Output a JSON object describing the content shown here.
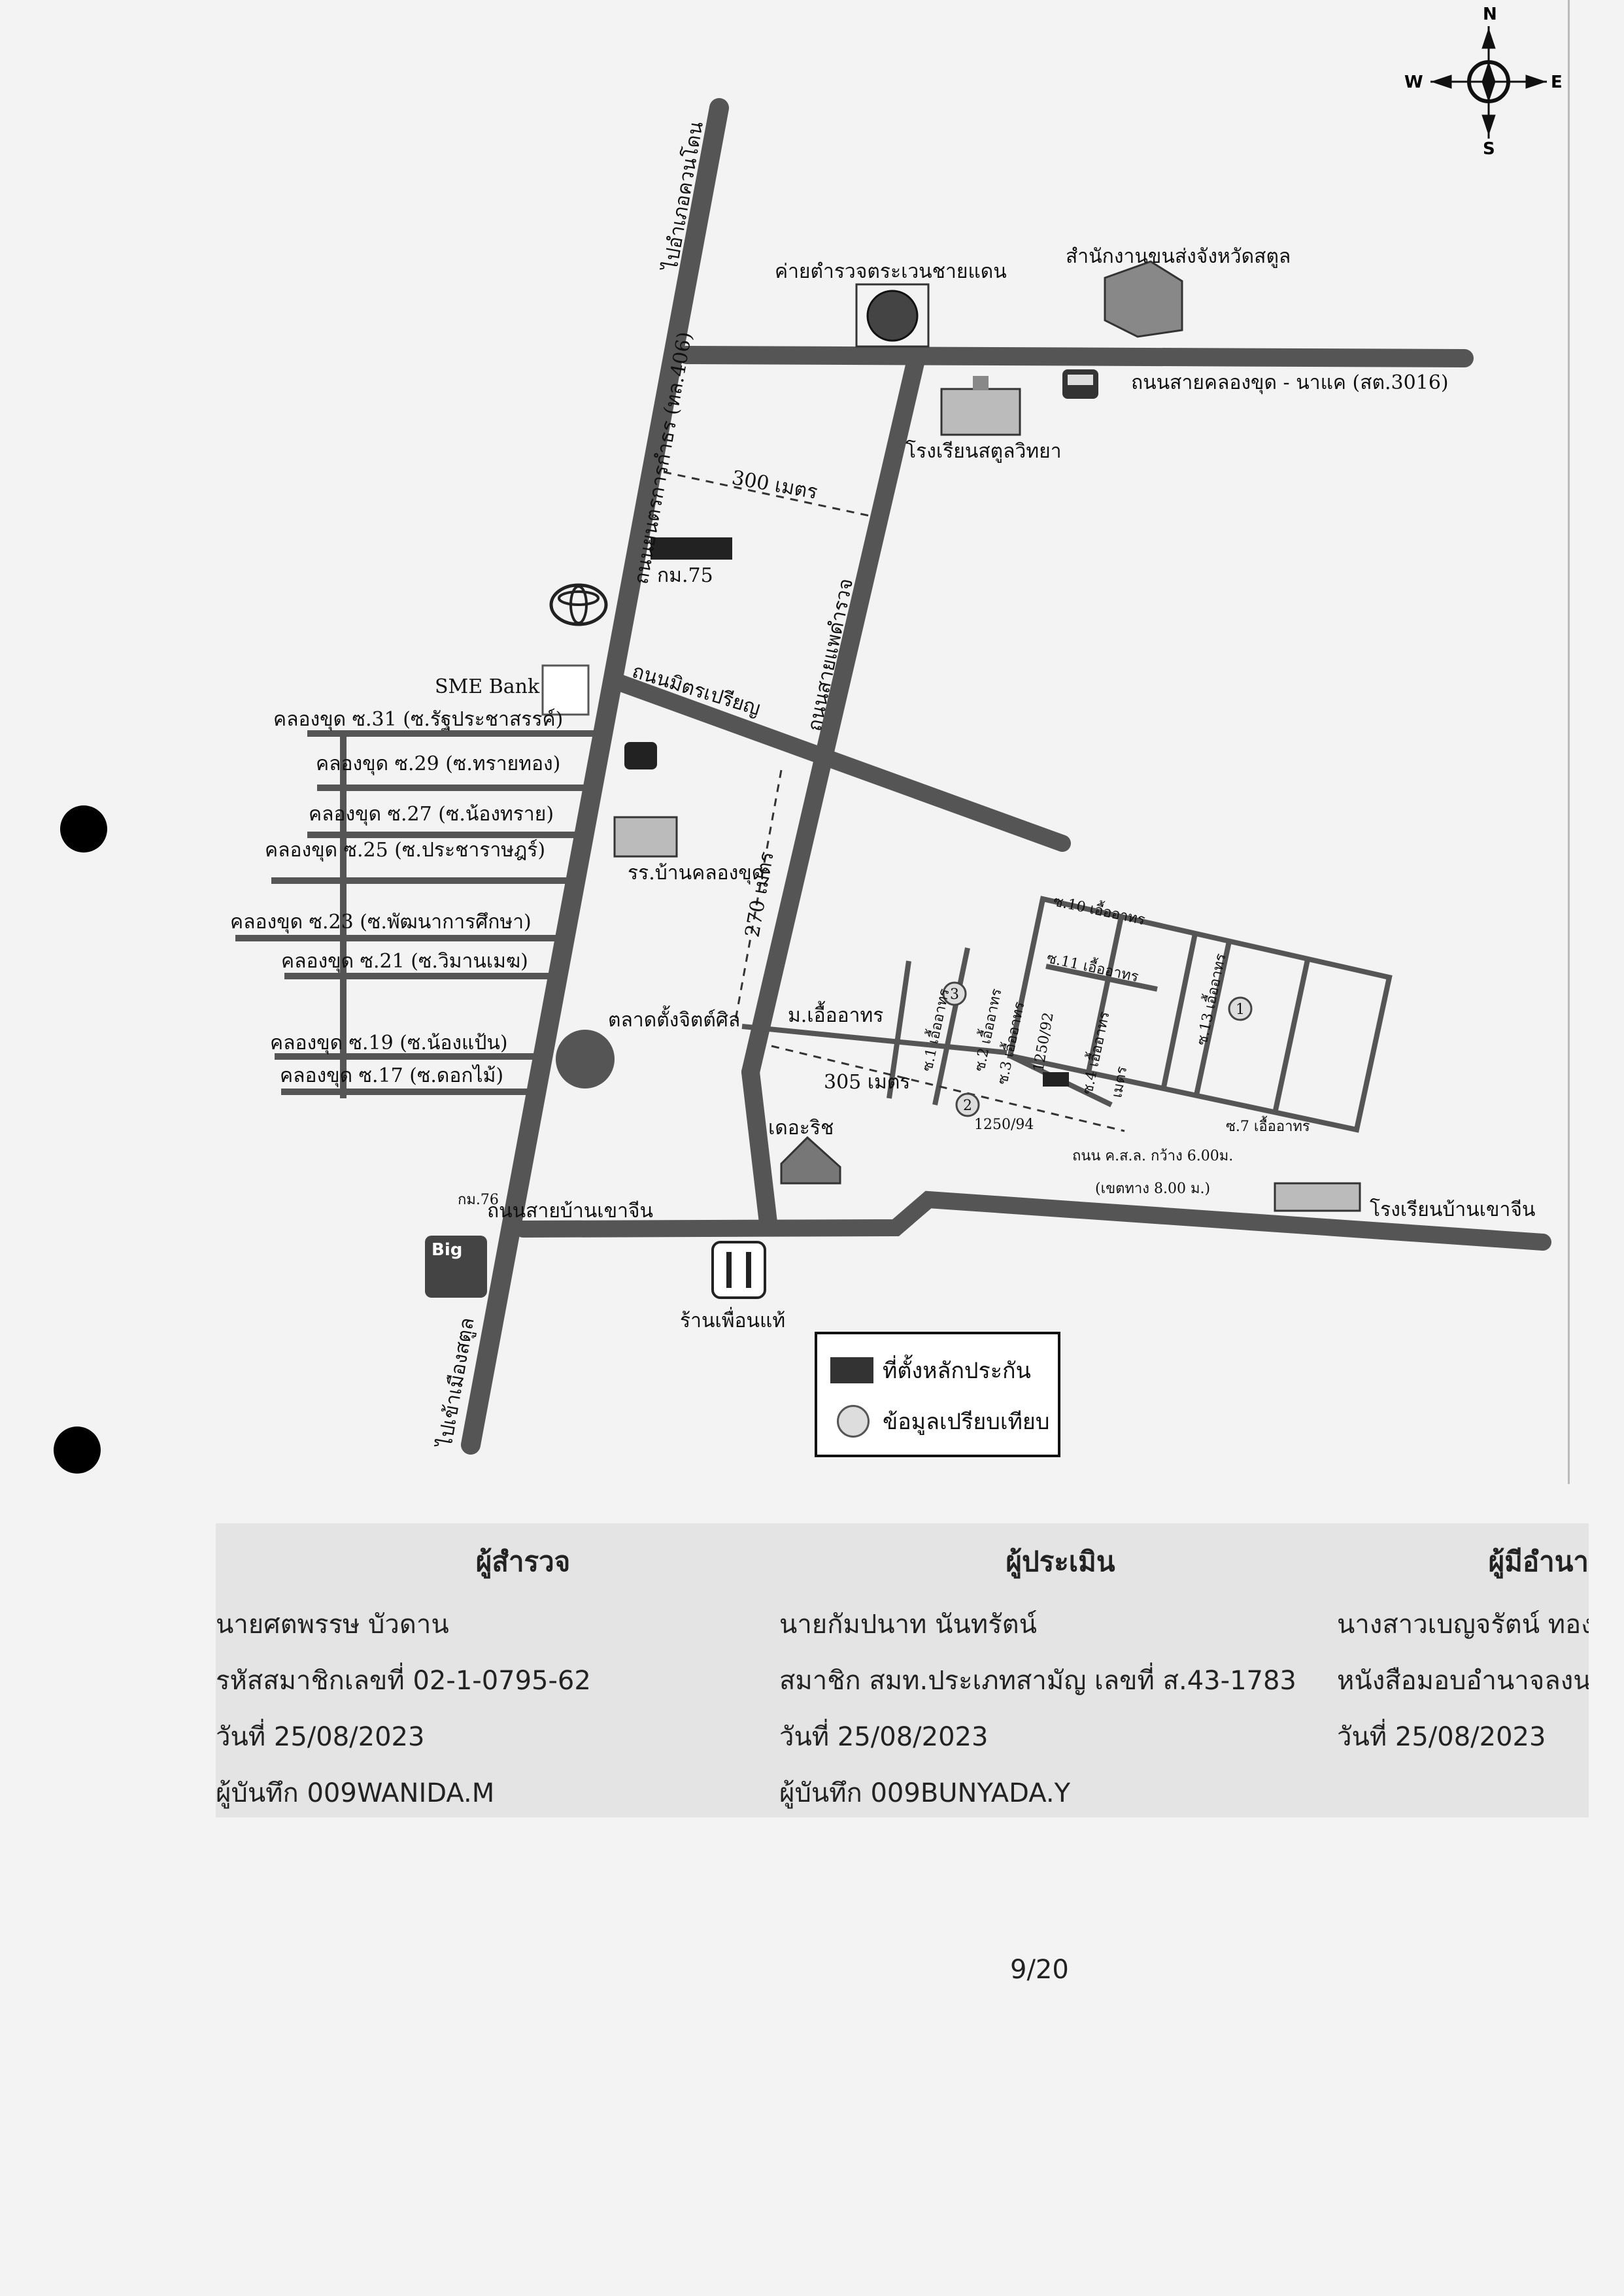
{
  "compass": {
    "north": "N",
    "south": "S",
    "east": "E",
    "west": "W"
  },
  "map": {
    "roads": {
      "main_road": "ถนนยนตรการกำธร (ทล.406)",
      "to_thalo": "ไปอำเภอควนโดน",
      "to_city": "ไปเข้าเมืองสตูล",
      "klongkhut_naka": "ถนนสายคลองขุด - นาแค (สต.3016)",
      "mitraprasit": "ถนนมิตรเปรียญ",
      "sai_ped": "ถนนสายแพดำรวจ",
      "ban_khao_jin": "ถนนสายบ้านเขาจีน",
      "m_ua_aharn": "ม.เอื้ออาทร"
    },
    "places": {
      "police_camp": "ค่ายตำรวจตระเวนชายแดน",
      "transport_office": "สำนักงานขนส่งจังหวัดสตูล",
      "satun_school": "โรงเรียนสตูลวิทยา",
      "km75": "กม.75",
      "km76": "กม.76",
      "sme_bank": "SME Bank",
      "klongkhut_school": "รร.บ้านคลองขุด",
      "market": "ตลาดตั้งจิตต์ศิล",
      "the_rich": "เดอะริช",
      "ban_khao_jin_school": "โรงเรียนบ้านเขาจีน",
      "restaurant": "ร้านเพื่อนแท้",
      "big": "Big"
    },
    "sois": [
      "คลองขุด ซ.31 (ซ.รัฐประชาสรรค์)",
      "คลองขุด ซ.29 (ซ.ทรายทอง)",
      "คลองขุด ซ.27 (ซ.น้องทราย)",
      "คลองขุด ซ.25 (ซ.ประชาราษฎร์)",
      "คลองขุด ซ.23 (ซ.พัฒนาการศึกษา)",
      "คลองขุด ซ.21 (ซ.วิมานเมฆ)",
      "คลองขุด ซ.19 (ซ.น้องแป้น)",
      "คลองขุด ซ.17 (ซ.ดอกไม้)"
    ],
    "distances": {
      "d300": "300 เมตร",
      "d270": "270 เมตร",
      "d305": "305 เมตร"
    },
    "estate": {
      "soi10": "ซ.10 เอื้ออาทร",
      "soi11": "ซ.11 เอื้ออาทร",
      "soi13": "ซ.13 เอื้ออาทร",
      "soi1": "ซ.1 เอื้ออาทร",
      "soi2": "ซ.2 เอื้ออาทร",
      "soi3": "ซ.3 เอื้ออาทร",
      "soi4": "ซ.4 เอื้ออาทร",
      "soi7": "ซ.7 เอื้ออาทร",
      "plot1": "1250/92",
      "plot2": "1250/94",
      "meter": "เมตร",
      "road_note": "ถนน ค.ส.ล. กว้าง 6.00ม.",
      "road_note2": "(เขตทาง 8.00 ม.)",
      "c1": "1",
      "c2": "2",
      "c3": "3"
    }
  },
  "legend": {
    "collateral": "ที่ตั้งหลักประกัน",
    "comparison": "ข้อมูลเปรียบเทียบ"
  },
  "signatures": {
    "surveyor": {
      "title": "ผู้สำรวจ",
      "name": "นายศตพรรษ บัวดาน",
      "member": "รหัสสมาชิกเลขที่ 02-1-0795-62",
      "date": "วันที่ 25/08/2023",
      "recorder": "ผู้บันทึก 009WANIDA.M"
    },
    "appraiser": {
      "title": "ผู้ประเมิน",
      "name": "นายกัมปนาท นันทรัตน์",
      "member": "สมาชิก สมท.ประเภทสามัญ เลขที่ ส.43-1783",
      "date": "วันที่ 25/08/2023",
      "recorder": "ผู้บันทึก 009BUNYADA.Y"
    },
    "authority": {
      "title": "ผู้มีอำนา",
      "name": "นางสาวเบญจรัตน์ ทอง",
      "member": "หนังสือมอบอำนาจลงน",
      "date": "วันที่ 25/08/2023"
    }
  },
  "page": {
    "number": "9/20"
  }
}
